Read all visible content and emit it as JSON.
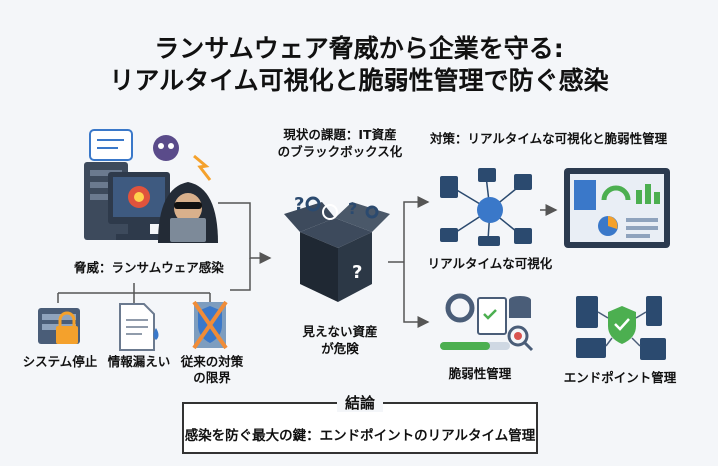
{
  "title": {
    "line1": "ランサムウェア脅威から企業を守る:",
    "line2": "リアルタイム可視化と脆弱性管理で防ぐ感染"
  },
  "threat": {
    "label": "脅威：ランサムウェア感染",
    "impacts": [
      {
        "label": "システム停止"
      },
      {
        "label": "情報漏えい"
      },
      {
        "label_line1": "従来の対策",
        "label_line2": "の限界"
      }
    ]
  },
  "issue": {
    "label_line1": "現状の課題：IT資産",
    "label_line2": "のブラックボックス化",
    "danger_line1": "見えない資産",
    "danger_line2": "が危険"
  },
  "solution": {
    "label": "対策：リアルタイムな可視化と脆弱性管理",
    "visibility": "リアルタイムな可視化",
    "vuln": "脆弱性管理",
    "endpoint": "エンドポイント管理"
  },
  "conclusion": {
    "title": "結論",
    "text": "感染を防ぐ最大の鍵：エンドポイントのリアルタイム管理"
  },
  "colors": {
    "navy": "#2b4a6f",
    "blue": "#3a78c9",
    "green": "#4caf50",
    "orange": "#f4a12c",
    "red": "#d9534f"
  }
}
